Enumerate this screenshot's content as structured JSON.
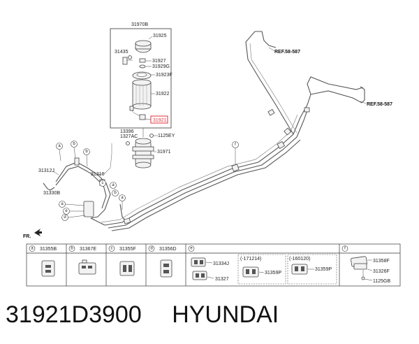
{
  "labels": {
    "l31970B": "31970B",
    "l31925": "31925",
    "l31435": "31435",
    "l31927": "31927",
    "l31929G": "31929G",
    "l31923F": "31923F",
    "l31922": "31922",
    "l31921": "31921",
    "l13396": "13396",
    "l1327AC": "1327AC",
    "l1125EY": "1125EY",
    "l31971": "31971",
    "l31312J": "31312J",
    "l31330B": "31330B",
    "l31310": "31310",
    "ref1": "REF.58-587",
    "ref2": "REF.58-587",
    "fr": "FR."
  },
  "callouts": {
    "a": "a",
    "b": "b",
    "c": "c",
    "d": "d",
    "e": "e",
    "f": "f"
  },
  "legend": {
    "a_letter": "a",
    "a_code": "31355B",
    "b_letter": "b",
    "b_code": "31367E",
    "c_letter": "c",
    "c_code": "31355F",
    "d_letter": "d",
    "d_code": "31356D",
    "e_letter": "e",
    "f_letter": "f",
    "e_31334J": "31334J",
    "e_31327": "31327",
    "e_range1": "(-171214)",
    "e_31359P_1": "31359P",
    "e_range2": "(-160120)",
    "e_31359P_2": "31359P",
    "f_31358F": "31358F",
    "f_31326F": "31326F",
    "f_1125GB": "1125GB"
  },
  "caption": {
    "part_number": "31921D3900",
    "brand": "HYUNDAI"
  },
  "colors": {
    "highlight": "#e0303a",
    "line": "#555555"
  }
}
